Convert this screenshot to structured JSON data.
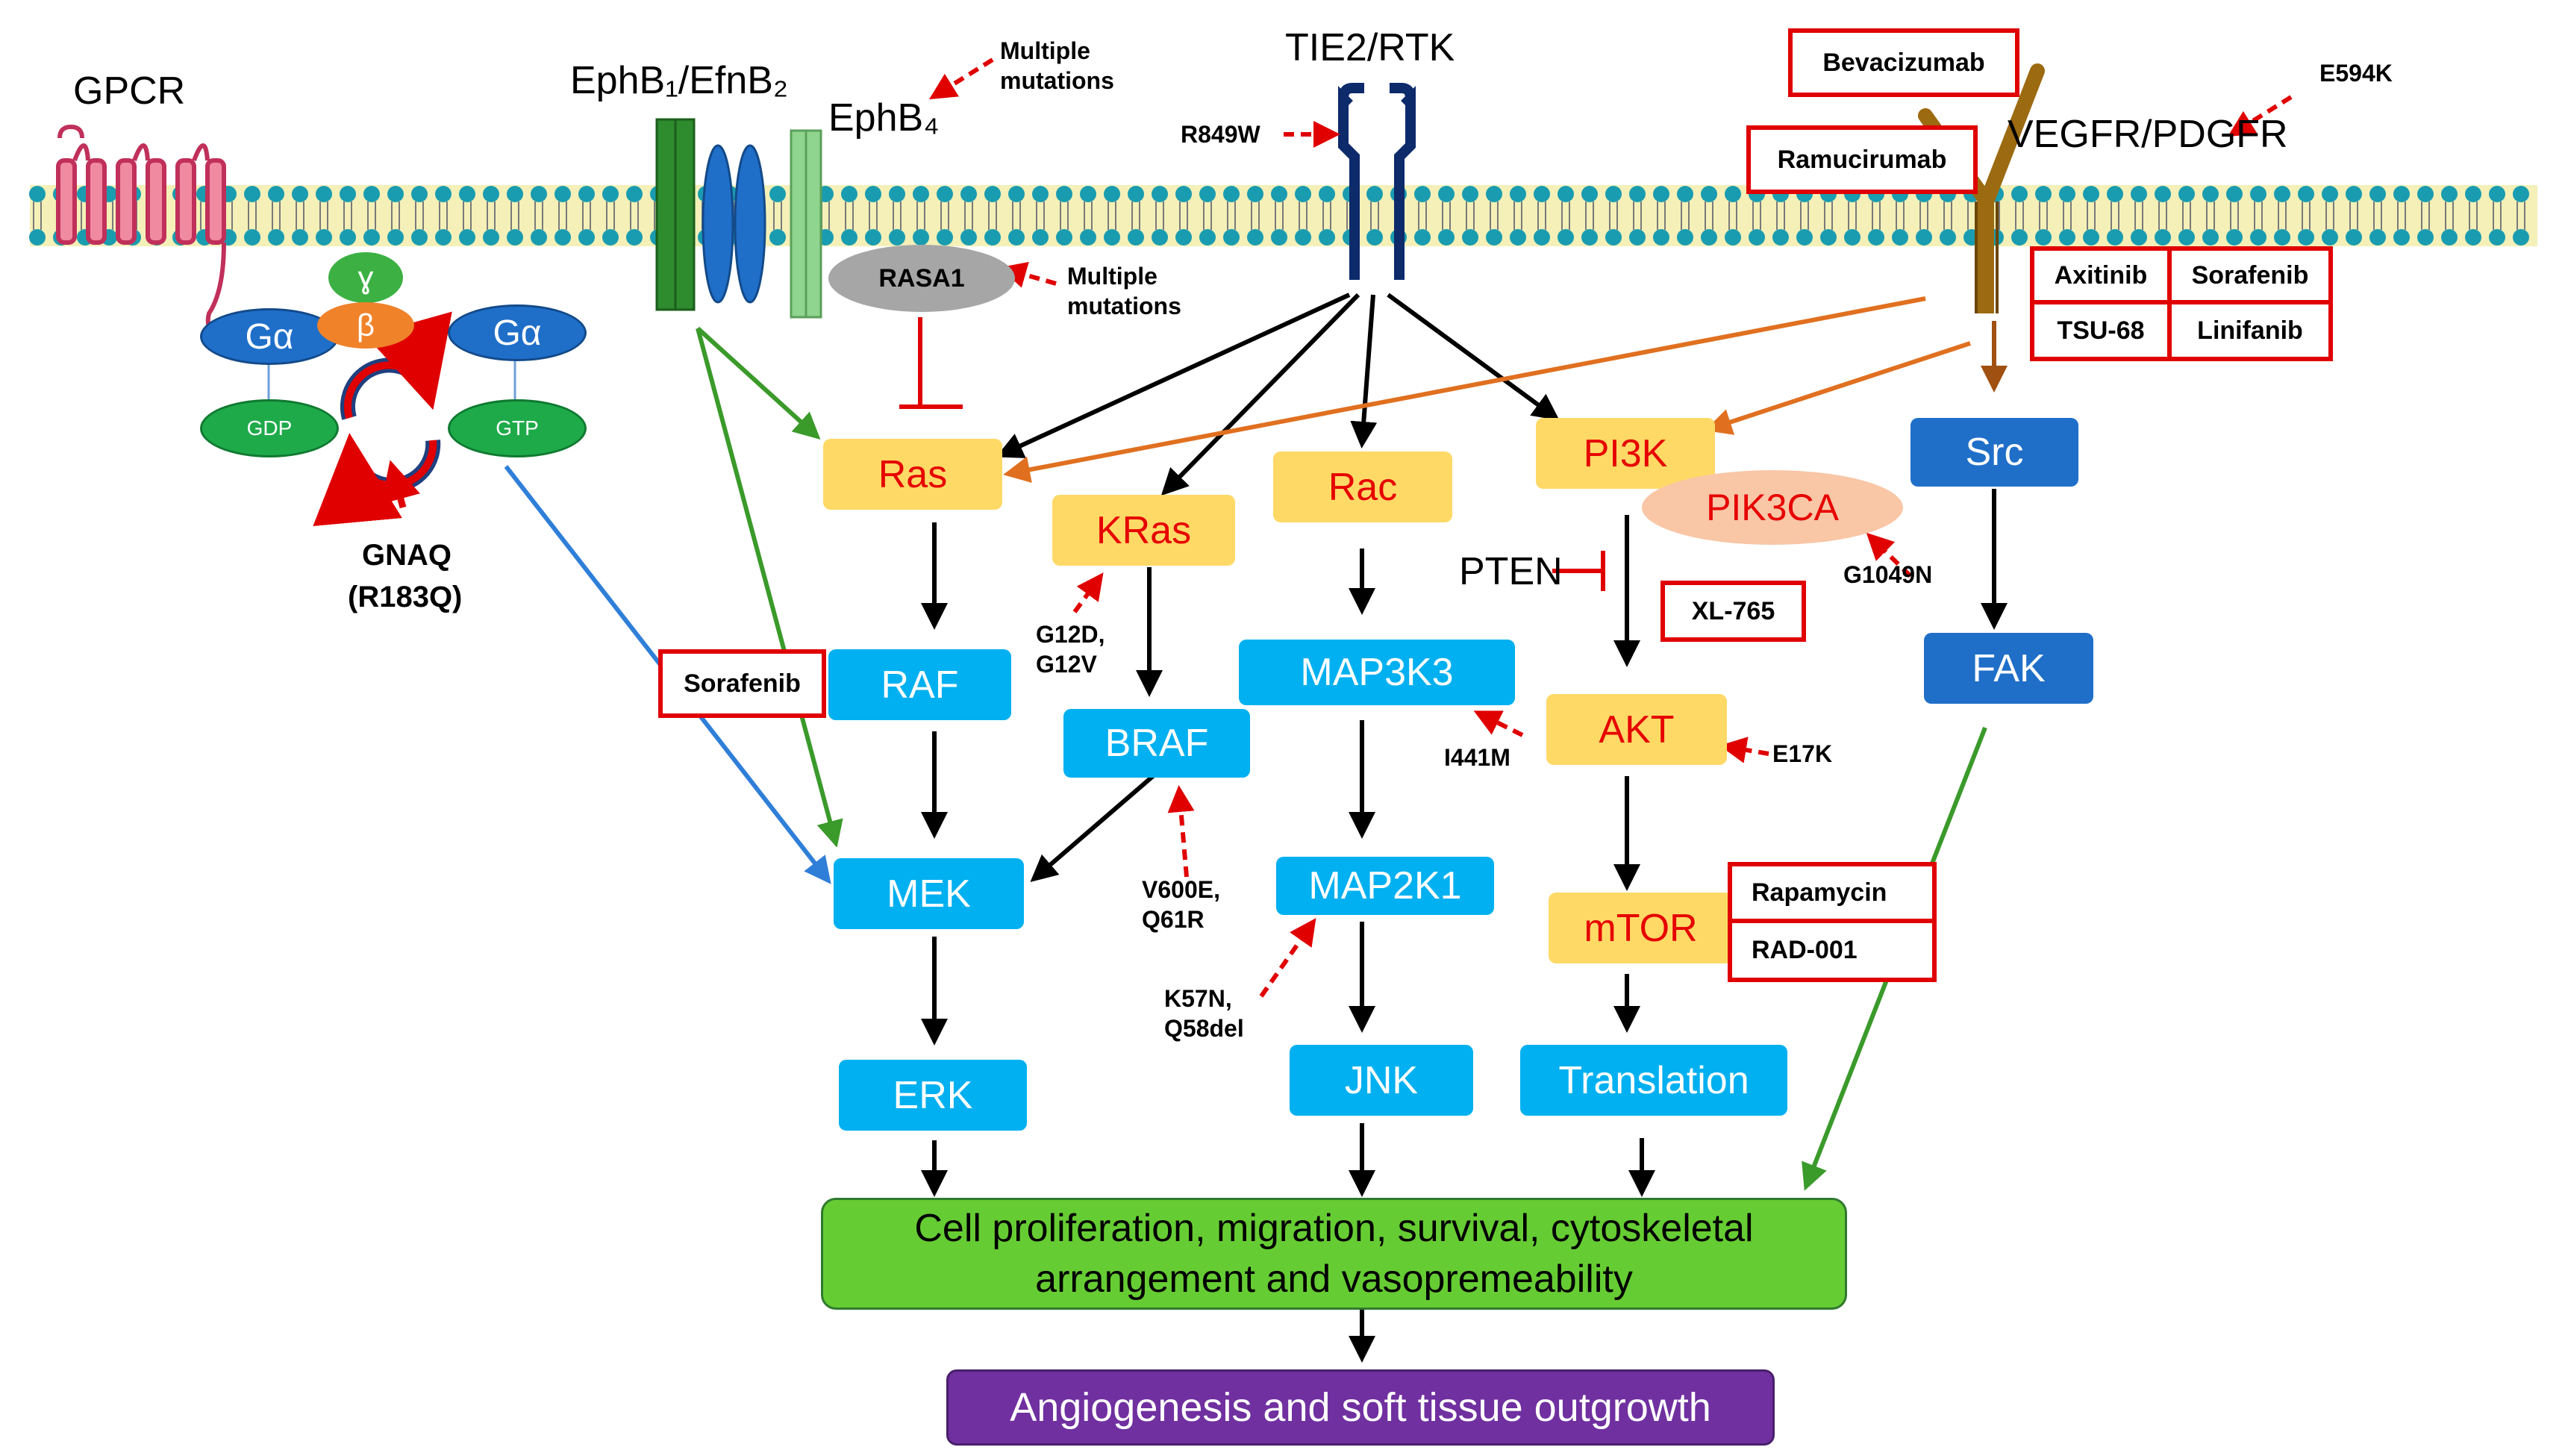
{
  "membrane": {
    "gpcr": "GPCR",
    "eph_b1": "EphB₁/EfnB₂",
    "eph_b4": "EphB₄",
    "tie2": "TIE2/RTK",
    "vegfr": "VEGFR/PDGFR"
  },
  "gprotein": {
    "galpha_left": "Gα",
    "galpha_right": "Gα",
    "gamma": "ɣ",
    "beta": "β",
    "gdp": "GDP",
    "gtp": "GTP",
    "gnaq": "GNAQ",
    "gnaq_mut": "(R183Q)"
  },
  "nodes": {
    "rasa1": "RASA1",
    "ras": "Ras",
    "kras": "KRas",
    "rac": "Rac",
    "pi3k": "PI3K",
    "pik3ca": "PIK3CA",
    "src": "Src",
    "raf": "RAF",
    "braf": "BRAF",
    "map3k3": "MAP3K3",
    "akt": "AKT",
    "fak": "FAK",
    "mek": "MEK",
    "map2k1": "MAP2K1",
    "mtor": "mTOR",
    "erk": "ERK",
    "jnk": "JNK",
    "translation": "Translation",
    "pten": "PTEN"
  },
  "mutations": {
    "ephb4": [
      "Multiple",
      "mutations"
    ],
    "rasa1": [
      "Multiple",
      "mutations"
    ],
    "tie2": "R849W",
    "vegfr": "E594K",
    "pik3ca": "G1049N",
    "kras": [
      "G12D,",
      "G12V"
    ],
    "braf": [
      "V600E,",
      "Q61R"
    ],
    "map3k3": "I441M",
    "akt": "E17K",
    "map2k1": [
      "K57N,",
      "Q58del"
    ]
  },
  "drugs": {
    "bevacizumab": "Bevacizumab",
    "ramucirumab": "Ramucirumab",
    "axitinib": "Axitinib",
    "sorafenib_tki": "Sorafenib",
    "tsu68": "TSU-68",
    "linifanib": "Linifanib",
    "sorafenib_raf": "Sorafenib",
    "xl765": "XL-765",
    "rapamycin": "Rapamycin",
    "rad001": "RAD-001"
  },
  "outcome": {
    "cell_line1": "Cell proliferation, migration, survival, cytoskeletal",
    "cell_line2": "arrangement and vasopremeability",
    "angio": "Angiogenesis and soft tissue outgrowth"
  },
  "colors": {
    "mutation_arrow": "#e00000",
    "signal_arrow": "#000000",
    "eph_arrow": "#3a9a2a",
    "gpcr_arrow": "#2f7fd8",
    "vegfr_arrow": "#e07020",
    "node_yellow": "#ffd966",
    "node_cyan": "#00b0f0",
    "outcome_green": "#66cc33",
    "outcome_purple": "#7030a0"
  }
}
